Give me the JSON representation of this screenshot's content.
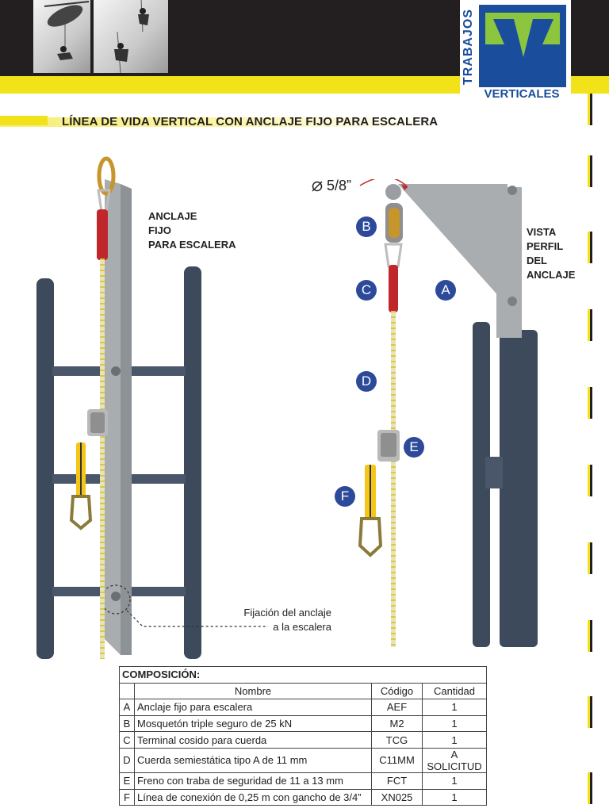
{
  "header": {
    "logo_text_vertical": "TRABAJOS",
    "logo_text_bottom": "VERTICALES"
  },
  "title": "LÍNEA DE VIDA VERTICAL CON ANCLAJE FIJO PARA ESCALERA",
  "labels": {
    "anclaje": [
      "ANCLAJE",
      "FIJO",
      "PARA ESCALERA"
    ],
    "vista": [
      "VISTA",
      "PERFIL",
      "DEL",
      "ANCLAJE"
    ],
    "fijacion": [
      "Fijación del anclaje",
      "a la escalera"
    ],
    "diameter": "5/8”"
  },
  "badges": [
    "A",
    "B",
    "C",
    "D",
    "E",
    "F"
  ],
  "table": {
    "heading": "COMPOSICIÓN:",
    "columns": [
      "Nombre",
      "Código",
      "Cantidad"
    ],
    "rows": [
      {
        "letter": "A",
        "name": "Anclaje fijo para escalera",
        "code": "AEF",
        "qty": "1"
      },
      {
        "letter": "B",
        "name": "Mosquetón triple seguro de 25 kN",
        "code": "M2",
        "qty": "1"
      },
      {
        "letter": "C",
        "name": "Terminal cosido para cuerda",
        "code": "TCG",
        "qty": "1"
      },
      {
        "letter": "D",
        "name": "Cuerda semiestática tipo A de 11 mm",
        "code": "C11MM",
        "qty": "A SOLICITUD"
      },
      {
        "letter": "E",
        "name": "Freno con traba de seguridad de 11 a 13 mm",
        "code": "FCT",
        "qty": "1"
      },
      {
        "letter": "F",
        "name": "Línea de conexión de 0,25 m con gancho de  3/4”",
        "code": "XN025",
        "qty": "1"
      }
    ]
  },
  "colors": {
    "black": "#231f20",
    "yellow": "#f2e21a",
    "brand_blue": "#1a4e9c",
    "brand_green": "#8cc63f",
    "badge_blue": "#2d4a9a",
    "ladder": "#3d4a5c",
    "steel": "#a9adb0",
    "lanyard": "#f5c518",
    "terminal_red": "#c0272d"
  }
}
